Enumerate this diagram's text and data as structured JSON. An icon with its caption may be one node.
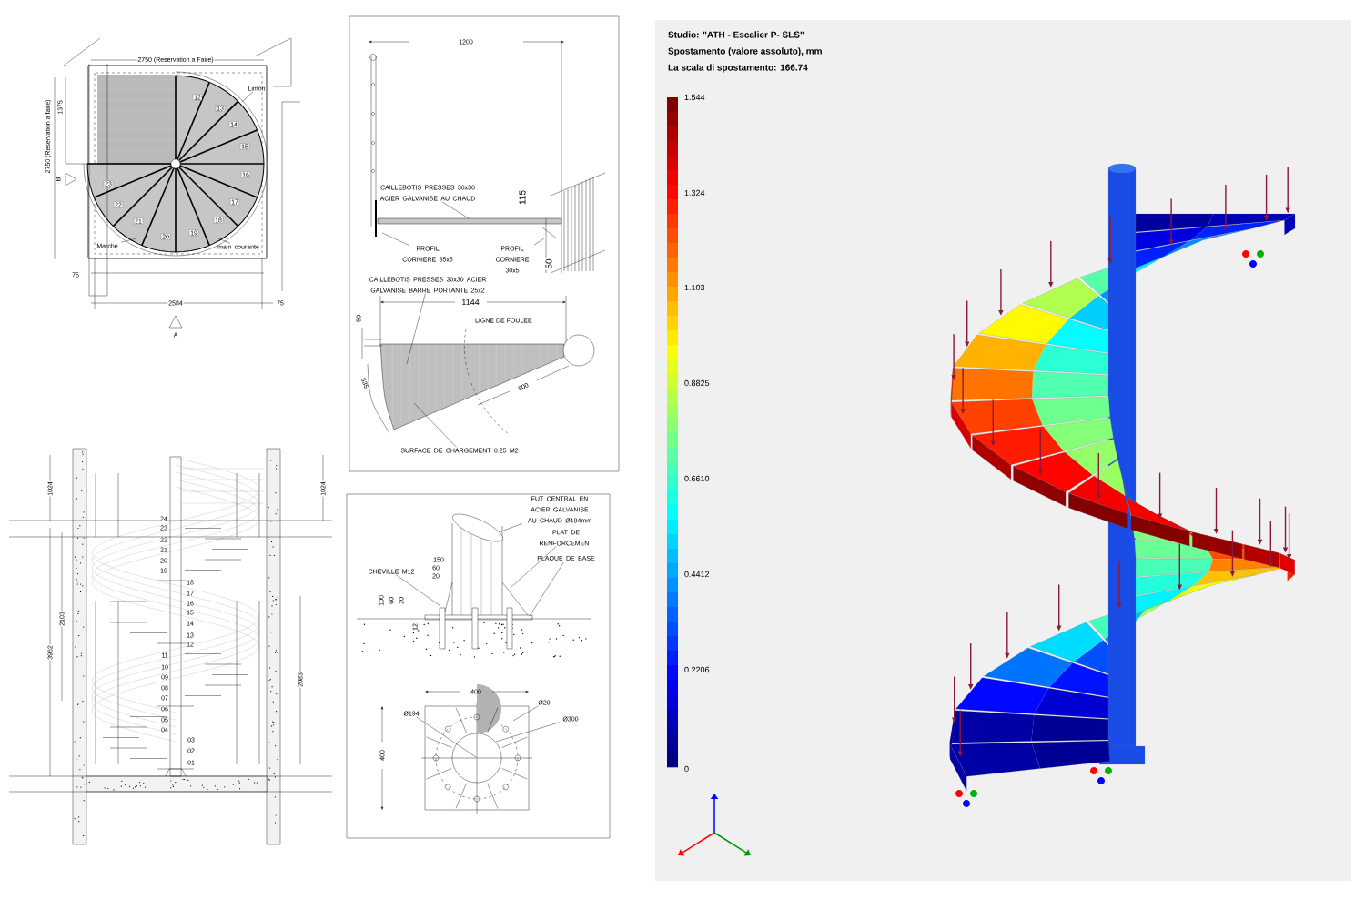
{
  "diagram": {
    "nodes": [
      {
        "text": [
          "Limon"
        ]
      },
      {
        "text": [
          "Marche"
        ]
      },
      {
        "text": [
          "main courante"
        ]
      },
      {
        "text": [
          "CAILLEBOTIS PRESSES 30x30 ACIER GALVANISE AU CHAUD"
        ]
      },
      {
        "text": [
          "PROFIL CORNIERE 35x5"
        ]
      },
      {
        "text": [
          "PROFIL CORNIERE 30x5"
        ]
      },
      {
        "text": [
          "CAILLEBOTIS PRESSES 30x30 ACIER GALVANISE BARRE PORTANTE 25x2"
        ]
      },
      {
        "text": [
          "SURFACE DE CHARGEMENT 0.25 M2"
        ]
      },
      {
        "text": [
          "FUT CENTRAL EN ACIER GALVANISE AU CHAUD Ø194mm"
        ]
      },
      {
        "text": [
          "PLAT DE RENFORCEMENT"
        ]
      },
      {
        "text": [
          "PLAQUE DE BASE"
        ]
      },
      {
        "text": [
          "CHEVILLE M12"
        ]
      },
      {
        "text": [
          "Ø194"
        ]
      },
      {
        "text": [
          "Ø20"
        ]
      },
      {
        "text": [
          "Ø300"
        ]
      }
    ],
    "edges": [
      {
        "from": 0,
        "to": null,
        "arrow": "none"
      },
      {
        "from": 1,
        "to": null,
        "arrow": "none"
      },
      {
        "from": 2,
        "to": null,
        "arrow": "none"
      },
      {
        "from": 3,
        "to": null,
        "arrow": "none"
      },
      {
        "from": 4,
        "to": null,
        "arrow": "none"
      },
      {
        "from": 5,
        "to": null,
        "arrow": "none"
      },
      {
        "from": 6,
        "to": null,
        "arrow": "none"
      },
      {
        "from": 7,
        "to": null,
        "arrow": "none"
      },
      {
        "from": 8,
        "to": null,
        "arrow": "none"
      },
      {
        "from": 9,
        "to": null,
        "arrow": "none"
      },
      {
        "from": 10,
        "to": null,
        "arrow": "none"
      },
      {
        "from": 11,
        "to": null,
        "arrow": "none"
      },
      {
        "from": 12,
        "to": null,
        "arrow": "none"
      },
      {
        "from": 13,
        "to": null,
        "arrow": "none"
      },
      {
        "from": 14,
        "to": null,
        "arrow": "none"
      }
    ],
    "labels": [
      "2750 (Reservation a Faire)",
      "2750 (Reservation a faire)",
      "1375",
      "B",
      "12",
      "13",
      "14",
      "15",
      "16",
      "17",
      "18",
      "19",
      "20",
      "21",
      "22",
      "23",
      "2584",
      "75",
      "75",
      "A",
      "1200",
      "115",
      "50",
      "1144",
      "LIGNE DE FOULEE",
      "50",
      "535",
      "600",
      "150",
      "60",
      "20",
      "100",
      "60",
      "20",
      "12",
      "400",
      "400",
      "1024",
      "1024",
      "3962",
      "2103",
      "2083",
      "24",
      "23",
      "22",
      "21",
      "20",
      "19",
      "18",
      "17",
      "16",
      "15",
      "14",
      "13",
      "12",
      "11",
      "10",
      "09",
      "08",
      "07",
      "06",
      "05",
      "04",
      "03",
      "02",
      "01",
      "Studio: \"ATH - Escalier P-  SLS\"",
      "Spostamento (valore assoluto), mm",
      "La scala di spostamento: 166.74",
      "1.544",
      "1.324",
      "1.103",
      "0.8825",
      "0.6610",
      "0.4412",
      "0.2206",
      "0"
    ]
  }
}
